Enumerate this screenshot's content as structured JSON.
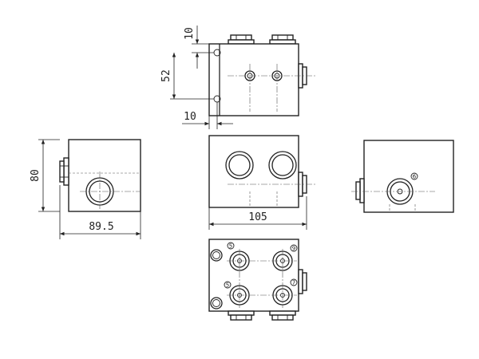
{
  "dimensions": {
    "top_offset": "10",
    "top_spacing": "52",
    "side_offset": "10",
    "left_height": "80",
    "left_width": "89.5",
    "front_width": "105"
  },
  "port_labels": {
    "right_port": "6",
    "bottom_top_left": "5",
    "bottom_top_right": "9",
    "bottom_low_left": "5",
    "bottom_low_right": "7"
  },
  "colors": {
    "line": "#222222",
    "background": "#ffffff"
  }
}
